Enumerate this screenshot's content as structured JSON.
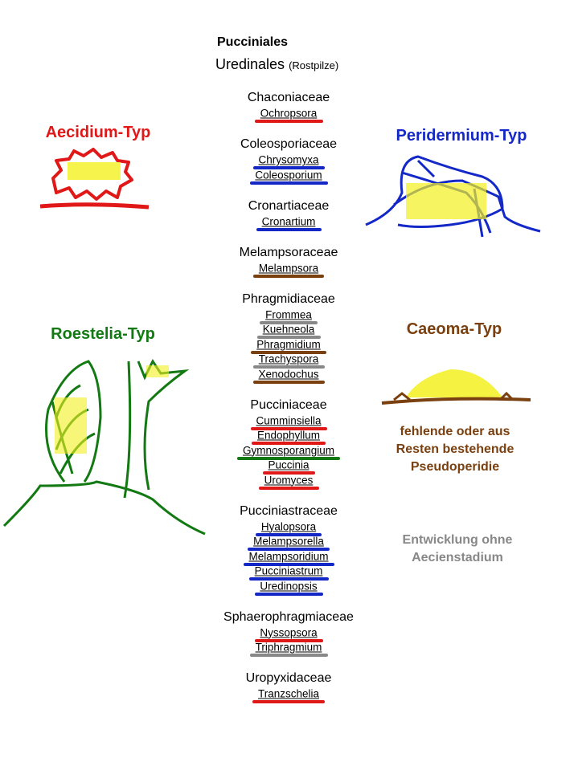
{
  "header": {
    "order": "Pucciniales",
    "suborder": "Uredinales",
    "suborder_note": "(Rostpilze)"
  },
  "colors": {
    "red": "#e01818",
    "blue": "#1428c8",
    "brown": "#7a4010",
    "gray": "#888888",
    "green": "#137a13",
    "yellow": "#f4f020"
  },
  "families": [
    {
      "name": "Chaconiaceae",
      "genera": [
        {
          "name": "Ochropsora",
          "color": "red"
        }
      ]
    },
    {
      "name": "Coleosporiaceae",
      "genera": [
        {
          "name": "Chrysomyxa",
          "color": "blue"
        },
        {
          "name": "Coleosporium",
          "color": "blue"
        }
      ]
    },
    {
      "name": "Cronartiaceae",
      "genera": [
        {
          "name": "Cronartium",
          "color": "blue"
        }
      ]
    },
    {
      "name": "Melampsoraceae",
      "genera": [
        {
          "name": "Melampsora",
          "color": "brown"
        }
      ]
    },
    {
      "name": "Phragmidiaceae",
      "genera": [
        {
          "name": "Frommea",
          "color": "gray"
        },
        {
          "name": "Kuehneola",
          "color": "gray"
        },
        {
          "name": "Phragmidium",
          "color": "brown"
        },
        {
          "name": "Trachyspora",
          "color": "gray"
        },
        {
          "name": "Xenodochus",
          "color": "brown"
        }
      ]
    },
    {
      "name": "Pucciniaceae",
      "genera": [
        {
          "name": "Cumminsiella",
          "color": "red"
        },
        {
          "name": "Endophyllum",
          "color": "red"
        },
        {
          "name": "Gymnosporangium",
          "color": "green"
        },
        {
          "name": "Puccinia",
          "color": "red"
        },
        {
          "name": "Uromyces",
          "color": "red"
        }
      ]
    },
    {
      "name": "Pucciniastraceae",
      "genera": [
        {
          "name": "Hyalopsora",
          "color": "blue"
        },
        {
          "name": "Melampsorella",
          "color": "blue"
        },
        {
          "name": "Melampsoridium",
          "color": "blue"
        },
        {
          "name": "Pucciniastrum",
          "color": "blue"
        },
        {
          "name": "Uredinopsis",
          "color": "blue"
        }
      ]
    },
    {
      "name": "Sphaerophragmiaceae",
      "genera": [
        {
          "name": "Nyssopsora",
          "color": "red"
        },
        {
          "name": "Triphragmium",
          "color": "gray"
        }
      ]
    },
    {
      "name": "Uropyxidaceae",
      "genera": [
        {
          "name": "Tranzschelia",
          "color": "red"
        }
      ]
    }
  ],
  "types": {
    "aecidium": "Aecidium-Typ",
    "peridermium": "Peridermium-Typ",
    "roestelia": "Roestelia-Typ",
    "caeoma": "Caeoma-Typ"
  },
  "notes": {
    "caeoma": [
      "fehlende oder aus",
      "Resten bestehende",
      "Pseudoperidie"
    ],
    "gray": [
      "Entwicklung ohne",
      "Aecienstadium"
    ]
  }
}
